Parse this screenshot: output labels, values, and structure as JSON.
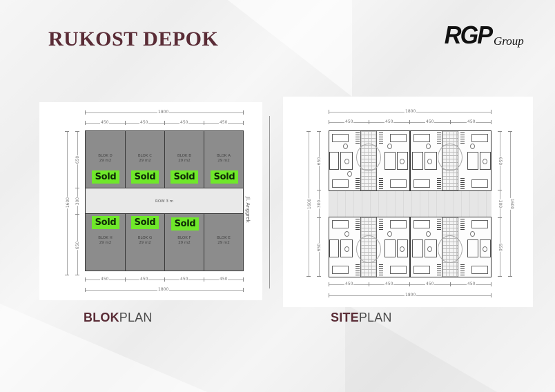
{
  "header": {
    "title": "RUKOST DEPOK",
    "logo": {
      "main": "RGP",
      "sub": "Group"
    }
  },
  "blokplan": {
    "caption_bold": "BLOK",
    "caption_light": "PLAN",
    "overall_width": "1800",
    "overall_depth": "1600",
    "column_widths": [
      "450",
      "450",
      "450",
      "450"
    ],
    "row_depths": [
      "650",
      "300",
      "650"
    ],
    "row_label": "ROW 3 m",
    "street_label": "Jl. Anggrek",
    "sold_label": "Sold",
    "top_blocks": [
      {
        "name": "BLOK D",
        "area": "29 m2",
        "sold": true
      },
      {
        "name": "BLOK C",
        "area": "29 m2",
        "sold": true
      },
      {
        "name": "BLOK B",
        "area": "29 m2",
        "sold": true
      },
      {
        "name": "BLOK A",
        "area": "29 m2",
        "sold": true
      }
    ],
    "bottom_blocks": [
      {
        "name": "BLOK H",
        "area": "29 m2",
        "sold": true
      },
      {
        "name": "BLOK G",
        "area": "29 m2",
        "sold": true
      },
      {
        "name": "BLOK F",
        "area": "29 m2",
        "sold": true
      },
      {
        "name": "BLOK E",
        "area": "29 m2",
        "sold": false
      }
    ]
  },
  "siteplan": {
    "caption_bold": "SITE",
    "caption_light": "PLAN",
    "overall_width": "1800",
    "overall_depth": "1600",
    "column_widths": [
      "450",
      "450",
      "450",
      "450"
    ],
    "row_depths": [
      "650",
      "300",
      "650"
    ]
  },
  "colors": {
    "title": "#5a2c36",
    "sold_badge": "#6fe82a",
    "block_fill": "#8c8c8c",
    "row_fill": "#e9e9e9"
  }
}
